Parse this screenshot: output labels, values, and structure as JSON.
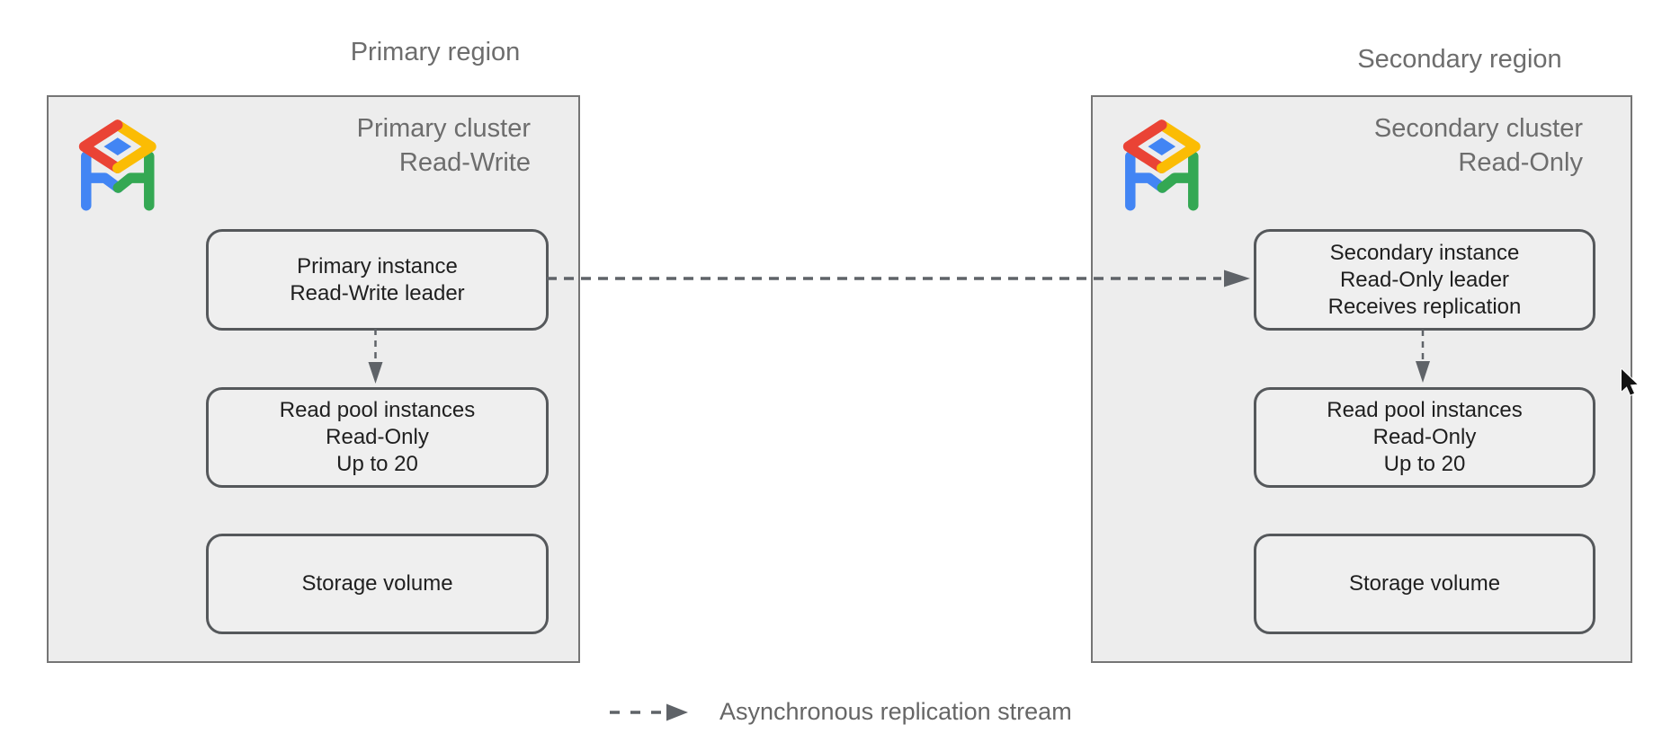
{
  "diagram": {
    "regions": [
      {
        "label": "Primary region",
        "cluster": {
          "title": [
            "Primary cluster",
            "Read-Write"
          ],
          "nodes": [
            {
              "id": "primary-instance",
              "lines": [
                "Primary instance",
                "Read-Write leader"
              ]
            },
            {
              "id": "read-pool",
              "lines": [
                "Read pool instances",
                "Read-Only",
                "Up to 20"
              ]
            },
            {
              "id": "storage",
              "lines": [
                "Storage volume"
              ]
            }
          ]
        }
      },
      {
        "label": "Secondary region",
        "cluster": {
          "title": [
            "Secondary cluster",
            "Read-Only"
          ],
          "nodes": [
            {
              "id": "secondary-instance",
              "lines": [
                "Secondary instance",
                "Read-Only leader",
                "Receives replication"
              ]
            },
            {
              "id": "read-pool",
              "lines": [
                "Read pool instances",
                "Read-Only",
                "Up to 20"
              ]
            },
            {
              "id": "storage",
              "lines": [
                "Storage volume"
              ]
            }
          ]
        }
      }
    ],
    "legend": {
      "label": "Asynchronous replication stream"
    },
    "icons": [
      {
        "name": "alloydb-icon",
        "description": "AlloyDB product logo (red/yellow diamond table with blue and green legs)"
      },
      {
        "name": "mouse-cursor-icon",
        "description": "black arrow pointer"
      }
    ],
    "colors": {
      "cluster_fill": "#ededed",
      "cluster_border": "#757575",
      "node_border": "#55585b",
      "arrow": "#5f6368",
      "muted_text": "#6d6d6d",
      "node_text": "#1f1f1f",
      "logo_red": "#EA4335",
      "logo_yellow": "#FBBC04",
      "logo_green": "#34A853",
      "logo_blue": "#4285F4"
    }
  }
}
